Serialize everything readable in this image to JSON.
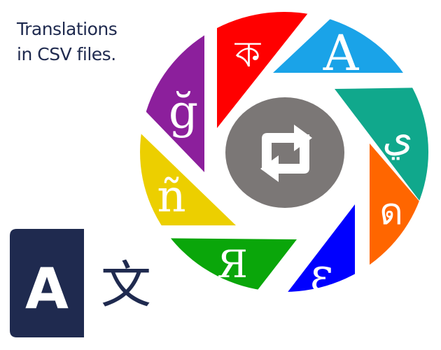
{
  "caption": {
    "line1": "Translations",
    "line2": "in CSV files."
  },
  "logo": {
    "center_icon": "repeat-arrows-icon",
    "center_color": "#7b7776",
    "segments": [
      {
        "glyph": "ক",
        "color": "#ff0000"
      },
      {
        "glyph": "A",
        "color": "#1aa3e8"
      },
      {
        "glyph": "ي",
        "color": "#10a88c"
      },
      {
        "glyph": "ด",
        "color": "#ff6600"
      },
      {
        "glyph": "ε",
        "color": "#0000ff"
      },
      {
        "glyph": "Я",
        "color": "#0aa60a"
      },
      {
        "glyph": "ñ",
        "color": "#eccf00"
      },
      {
        "glyph": "ğ",
        "color": "#8c1f9c"
      }
    ]
  },
  "translate_icon": {
    "name": "translate-icon",
    "letter_latin": "A",
    "letter_cjk": "文",
    "color": "#1f2a4f"
  }
}
